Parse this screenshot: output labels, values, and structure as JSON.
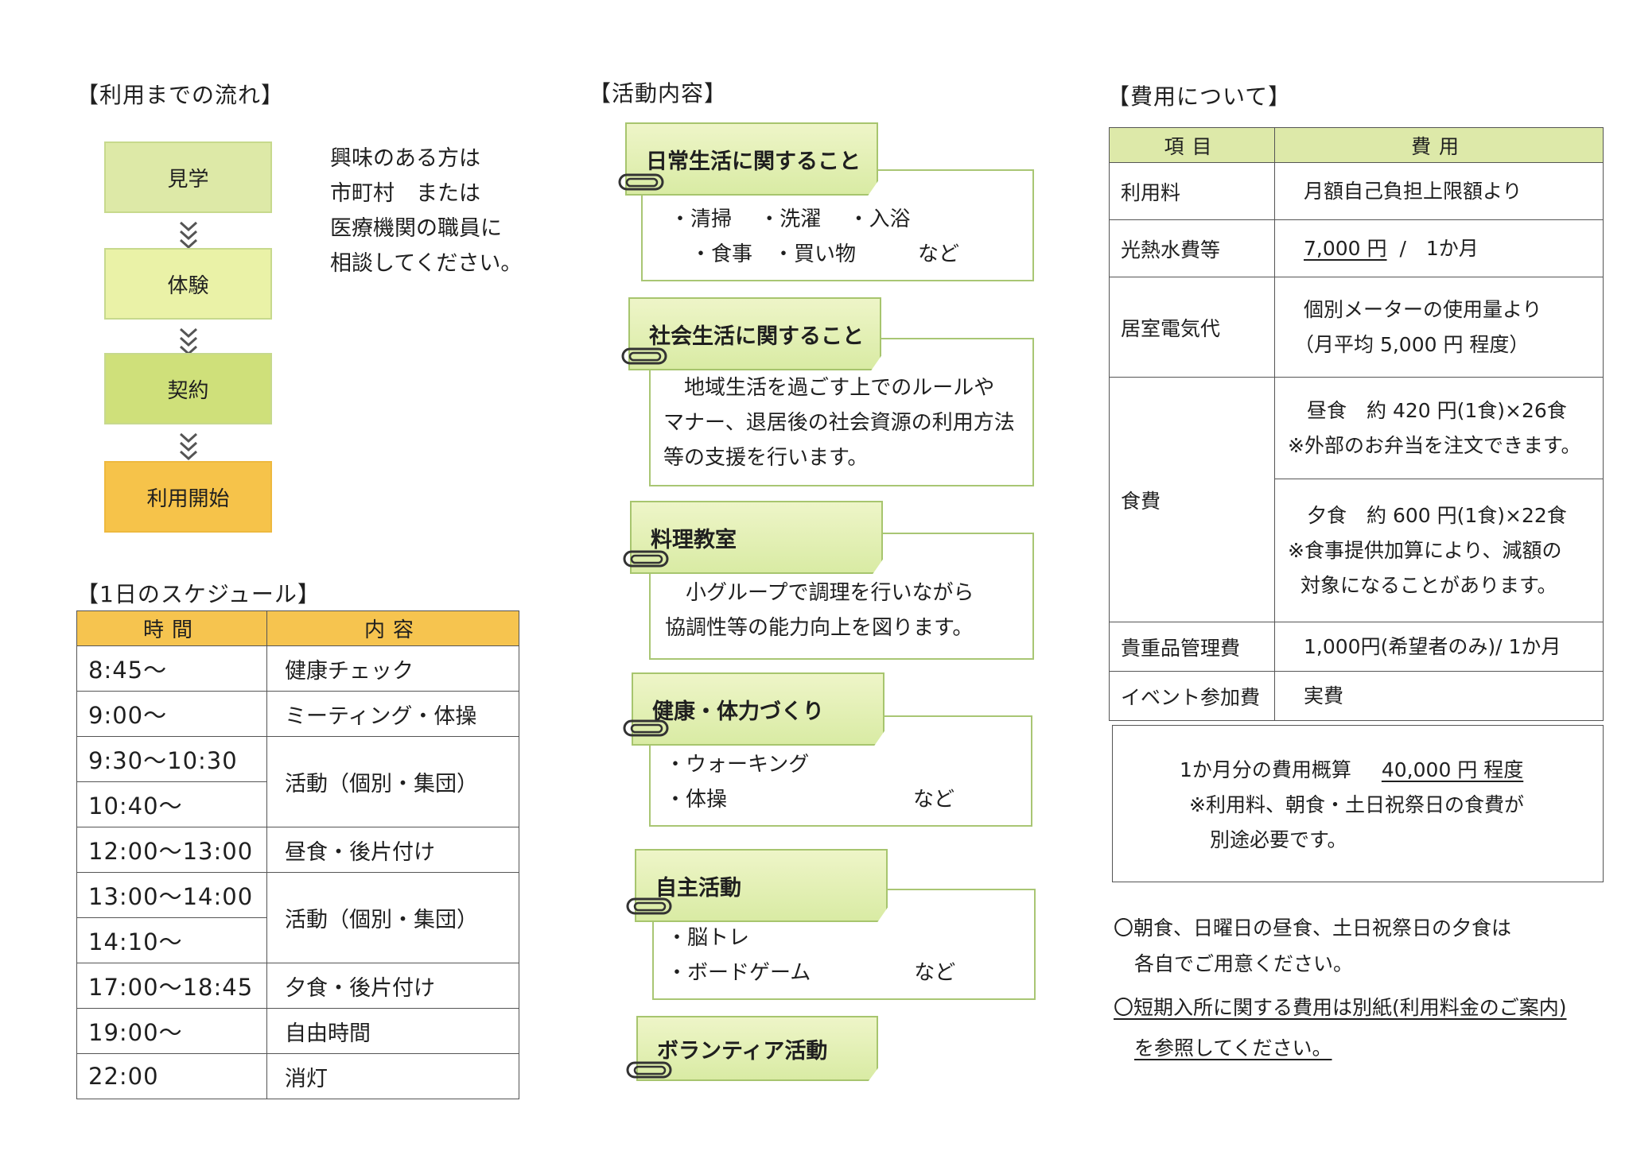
{
  "flow": {
    "title": "【利用までの流れ】",
    "steps": [
      {
        "label": "見学",
        "color": "#dde9a7"
      },
      {
        "label": "体験",
        "color": "#eaf2a7"
      },
      {
        "label": "契約",
        "color": "#cfe07a"
      },
      {
        "label": "利用開始",
        "color": "#f6c34a"
      }
    ],
    "consult": [
      "興味のある方は",
      "市町村　または",
      "医療機関の職員に",
      "相談してください。"
    ]
  },
  "schedule": {
    "title": "【1日のスケジュール】",
    "headers": [
      "時間",
      "内容"
    ],
    "rows": [
      {
        "time": "8:45～",
        "activity": "健康チェック"
      },
      {
        "time": "9:00～",
        "activity": "ミーティング・体操"
      },
      {
        "time": "9:30～10:30",
        "activity": "活動（個別・集団）"
      },
      {
        "time": "10:40～"
      },
      {
        "time": "12:00～13:00",
        "activity": "昼食・後片付け"
      },
      {
        "time": "13:00～14:00",
        "activity": "活動（個別・集団）"
      },
      {
        "time": "14:10～"
      },
      {
        "time": "17:00～18:45",
        "activity": "夕食・後片付け"
      },
      {
        "time": "19:00～",
        "activity": "自由時間"
      },
      {
        "time": "22:00",
        "activity": "消灯"
      }
    ]
  },
  "activities": {
    "title": "【活動内容】",
    "items": [
      {
        "label": "日常生活に関すること",
        "lines": [
          "・清掃　 ・洗濯　 ・入浴",
          "　・食事　・買い物　　　など"
        ]
      },
      {
        "label": "社会生活に関すること",
        "lines": [
          "　地域生活を過ごす上でのルールや",
          "マナー、退居後の社会資源の利用方法",
          "等の支援を行います。"
        ]
      },
      {
        "label": "料理教室",
        "lines": [
          "　小グループで調理を行いながら",
          "協調性等の能力向上を図ります。"
        ]
      },
      {
        "label": "健康・体力づくり",
        "lines": [
          "・ウォーキング",
          "・体操　　　　　　　　　など"
        ]
      },
      {
        "label": "自主活動",
        "lines": [
          "・脳トレ",
          "・ボードゲーム　　　　　など"
        ]
      },
      {
        "label": "ボランティア活動",
        "lines": []
      }
    ]
  },
  "cost": {
    "title": "【費用について】",
    "headers": [
      "項目",
      "費用"
    ],
    "usage_fee": {
      "item": "利用料",
      "value": "月額自己負担上限額より"
    },
    "utilities": {
      "item": "光熱水費等",
      "amount": "7,000 円",
      "per": "/　1か月"
    },
    "electricity": {
      "item": "居室電気代",
      "line1": "個別メーターの使用量より",
      "line2": "（月平均 5,000 円 程度）"
    },
    "meals": {
      "item": "食費",
      "lunch_line1": "昼食　約 420 円(1食)×26食",
      "lunch_line2": "※外部のお弁当を注文できます。",
      "dinner_line1": "夕食　約 600 円(1食)×22食",
      "dinner_line2": "※食事提供加算により、減額の",
      "dinner_line3": "対象になることがあります。"
    },
    "valuables": {
      "item": "貴重品管理費",
      "value": "1,000円(希望者のみ)/ 1か月"
    },
    "events": {
      "item": "イベント参加費",
      "value": "実費"
    },
    "summary": {
      "label": "1か月分の費用概算",
      "amount": "40,000 円 程度",
      "note1": "※利用料、朝食・土日祝祭日の食費が",
      "note2": "別途必要です。"
    },
    "notes": {
      "n1a": "〇朝食、日曜日の昼食、土日祝祭日の夕食は",
      "n1b": "各自でご用意ください。",
      "n2a": "〇短期入所に関する費用は別紙(利用料金のご案内)",
      "n2b": "を参照してください。"
    }
  }
}
